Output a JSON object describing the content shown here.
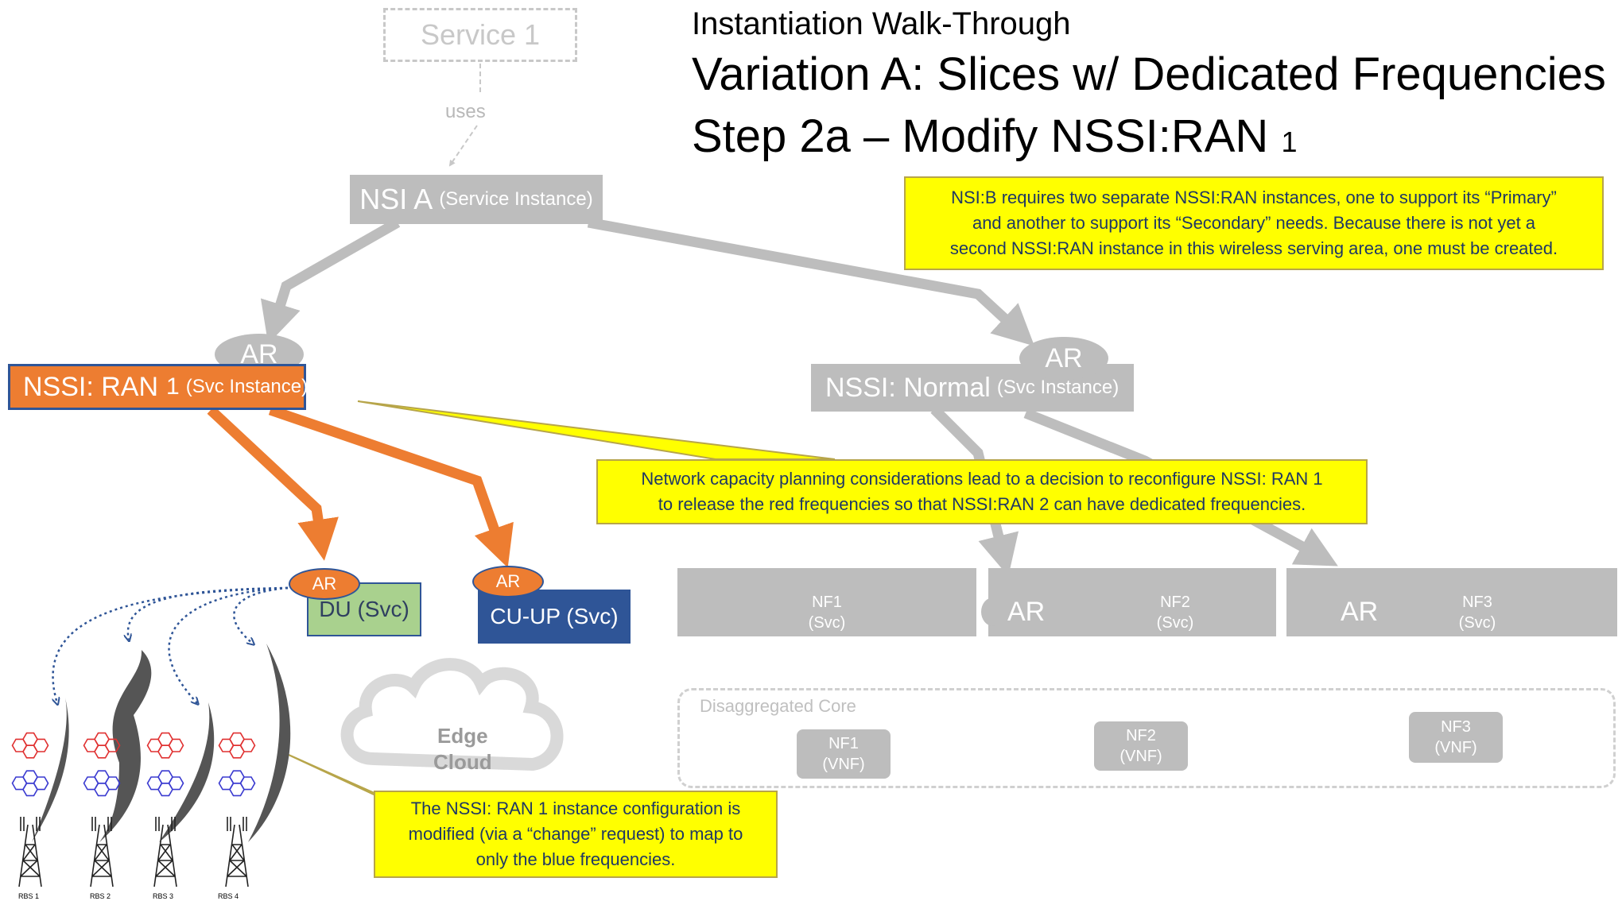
{
  "title": {
    "subtitle": "Instantiation Walk-Through",
    "main": "Variation A: Slices w/ Dedicated Frequencies",
    "step": "Step 2a – Modify NSSI:RAN",
    "step_suffix": "1"
  },
  "service": {
    "label": "Service 1",
    "uses": "uses"
  },
  "nsi_a": {
    "name": "NSI A",
    "type": "(Service Instance)"
  },
  "ar_label": "AR",
  "nssi_ran": {
    "name": "NSSI: RAN",
    "index": "1",
    "type": "(Svc Instance)"
  },
  "nssi_normal": {
    "name": "NSSI: Normal",
    "type": "(Svc Instance)"
  },
  "du": {
    "label": "DU (Svc)"
  },
  "cuup": {
    "label": "CU-UP (Svc)"
  },
  "nfs": [
    {
      "name": "NF1",
      "kind": "(Svc)"
    },
    {
      "name": "NF2",
      "kind": "(Svc)"
    },
    {
      "name": "NF3",
      "kind": "(Svc)"
    }
  ],
  "core": {
    "label": "Disaggregated Core",
    "vnfs": [
      {
        "name": "NF1",
        "kind": "(VNF)"
      },
      {
        "name": "NF2",
        "kind": "(VNF)"
      },
      {
        "name": "NF3",
        "kind": "(VNF)"
      }
    ]
  },
  "cloud": {
    "line1": "Edge",
    "line2": "Cloud"
  },
  "rbs": [
    "RBS 1",
    "RBS 2",
    "RBS 3",
    "RBS 4"
  ],
  "callouts": {
    "nsib": [
      "NSI:B requires two separate NSSI:RAN instances, one to support its “Primary”",
      "and another to support its “Secondary” needs.  Because there is not yet a",
      "second NSSI:RAN instance in this wireless serving area, one must be created."
    ],
    "capacity": [
      "Network capacity planning considerations lead to a decision to reconfigure NSSI: RAN 1",
      "to release the red frequencies so that NSSI:RAN 2 can have dedicated frequencies."
    ],
    "modify": [
      "The NSSI: RAN 1 instance configuration is",
      "modified (via a “change” request) to map to",
      "only the blue frequencies."
    ]
  },
  "colors": {
    "orange": "#ed7d31",
    "gray": "#bdbdbd",
    "navy": "#2f5597",
    "green": "#a9d18e",
    "yellow": "#ffff00"
  }
}
